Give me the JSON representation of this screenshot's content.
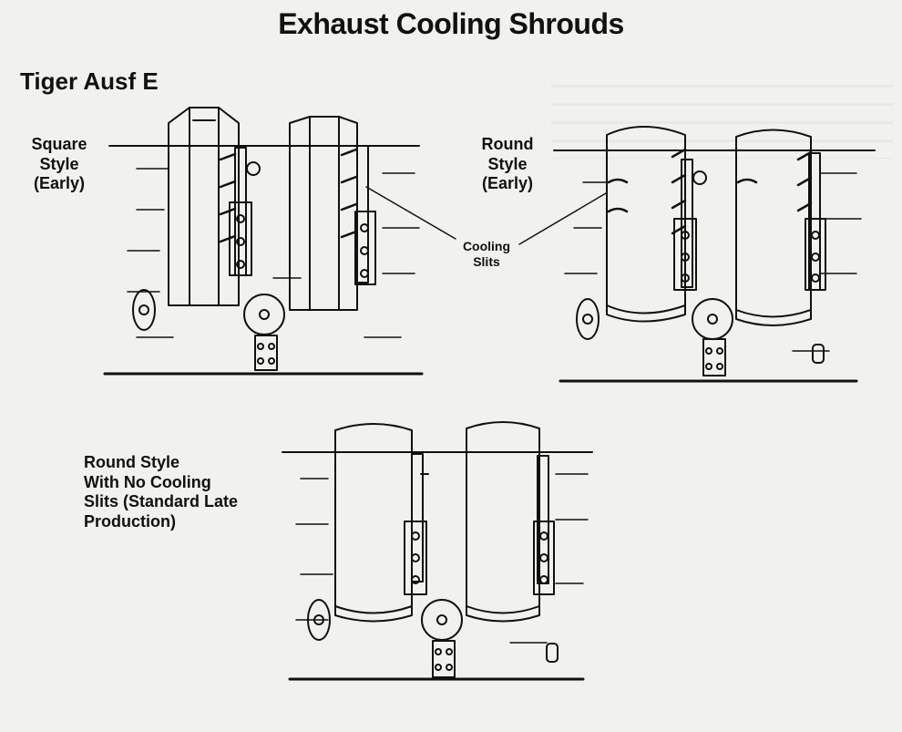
{
  "title": "Exhaust Cooling Shrouds",
  "subtitle": "Tiger Ausf E",
  "labels": {
    "square": "Square\nStyle\n(Early)",
    "round": "Round\nStyle\n(Early)",
    "late": "Round Style\nWith No Cooling\nSlits (Standard Late\nProduction)",
    "cooling_slits": "Cooling\nSlits"
  },
  "colors": {
    "paper": "#f1f1ef",
    "ink": "#111111"
  }
}
